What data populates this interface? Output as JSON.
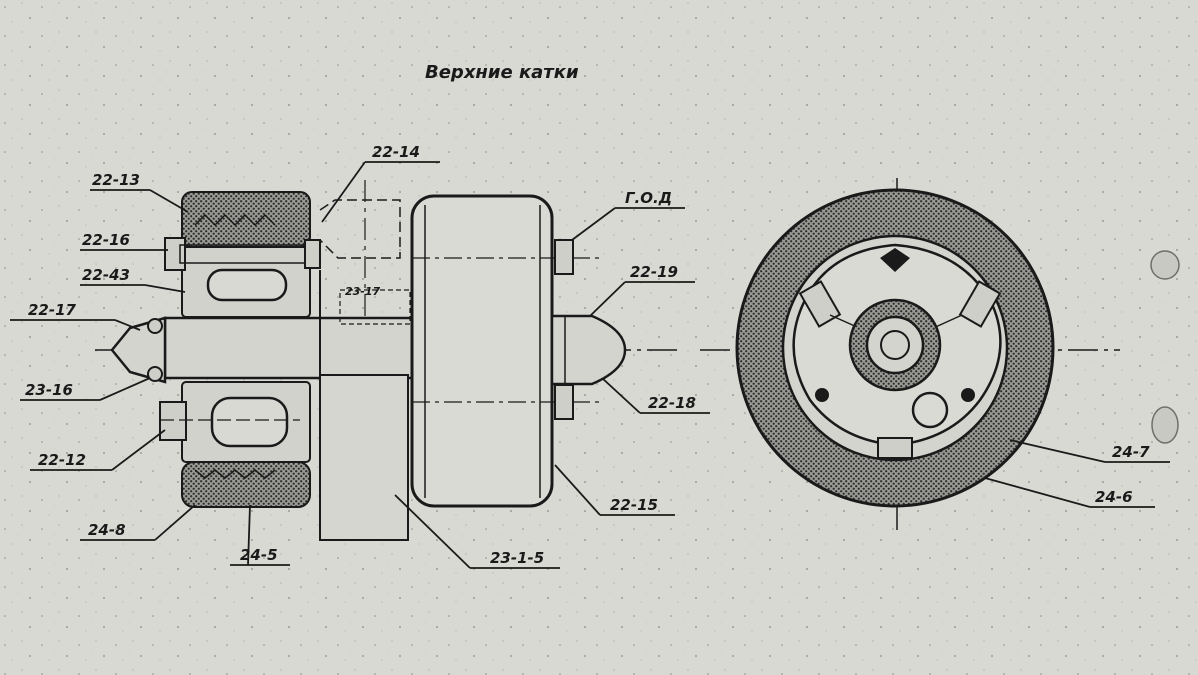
{
  "title": "Верхние катки",
  "labels": {
    "l_22_13": "22-13",
    "l_22_16": "22-16",
    "l_22_43": "22-43",
    "l_22_17": "22-17",
    "l_23_16": "23-16",
    "l_22_12": "22-12",
    "l_24_8": "24-8",
    "l_24_5": "24-5",
    "l_22_14": "22-14",
    "l_23_17": "23-17",
    "l_god": "Г.О.Д",
    "l_22_19": "22-19",
    "l_22_18": "22-18",
    "l_22_15": "22-15",
    "l_23_1_5": "23-1-5",
    "l_24_7": "24-7",
    "l_24_6": "24-6"
  },
  "colors": {
    "paper": "#d9d9d4",
    "ink": "#1a1a1a",
    "hatch": "#3a3a3a"
  }
}
